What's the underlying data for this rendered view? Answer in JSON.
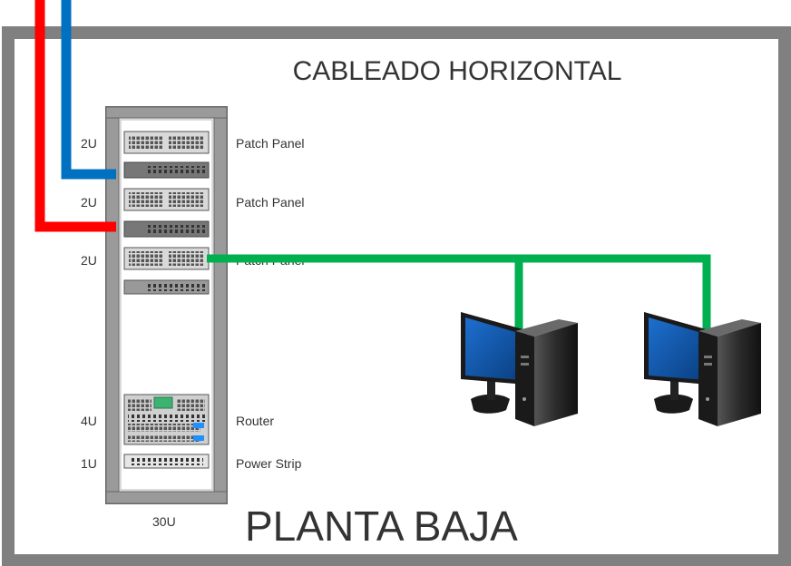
{
  "title": "CABLEADO HORIZONTAL",
  "floor_label": "PLANTA BAJA",
  "rack": {
    "total_label": "30U",
    "units": [
      {
        "size": "2U",
        "device": "Patch Panel"
      },
      {
        "size": "2U",
        "device": "Patch Panel"
      },
      {
        "size": "2U",
        "device": "Patch Panel"
      },
      {
        "size": "4U",
        "device": "Router"
      },
      {
        "size": "1U",
        "device": "Power Strip"
      }
    ]
  },
  "colors": {
    "wall": "#808080",
    "cable_red": "#ff0000",
    "cable_blue": "#0070c0",
    "cable_green": "#00b050",
    "monitor_screen": "#0a4f9e",
    "tower": "#2b2b2b",
    "rack_frame": "#888888"
  },
  "workstations": [
    {
      "icon": "desktop-computer-icon"
    },
    {
      "icon": "desktop-computer-icon"
    }
  ]
}
